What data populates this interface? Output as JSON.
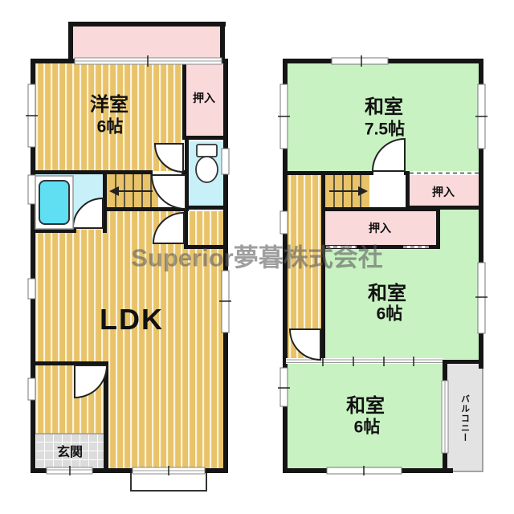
{
  "watermark_text": "Superior夢暮株式会社",
  "floor1": {
    "western_room": {
      "label": "洋室",
      "size": "6帖"
    },
    "closet_label": "押入",
    "ldk_label": "LDK",
    "entrance_label": "玄関"
  },
  "floor2": {
    "japanese_room_large": {
      "label": "和室",
      "size": "7.5帖"
    },
    "closet_top_label": "押入",
    "closet_mid_label": "押入",
    "japanese_room_mid": {
      "label": "和室",
      "size": "6帖"
    },
    "japanese_room_bottom": {
      "label": "和室",
      "size": "6帖"
    },
    "balcony_label": "バルコニー"
  },
  "colors": {
    "tatami_tan": "#E8C369",
    "stripe_cream": "#FBF3DF",
    "room_green": "#C9F2C3",
    "closet_pink": "#FAD9DA",
    "wet_area_blue": "#C7F0F8",
    "tub_cyan": "#5FDFF1",
    "entrance_tile_gray": "#DCDCDC",
    "balcony_gray": "#E3E3E3",
    "wall_black": "#151515",
    "watermark_gray": "#5E5E5E"
  }
}
